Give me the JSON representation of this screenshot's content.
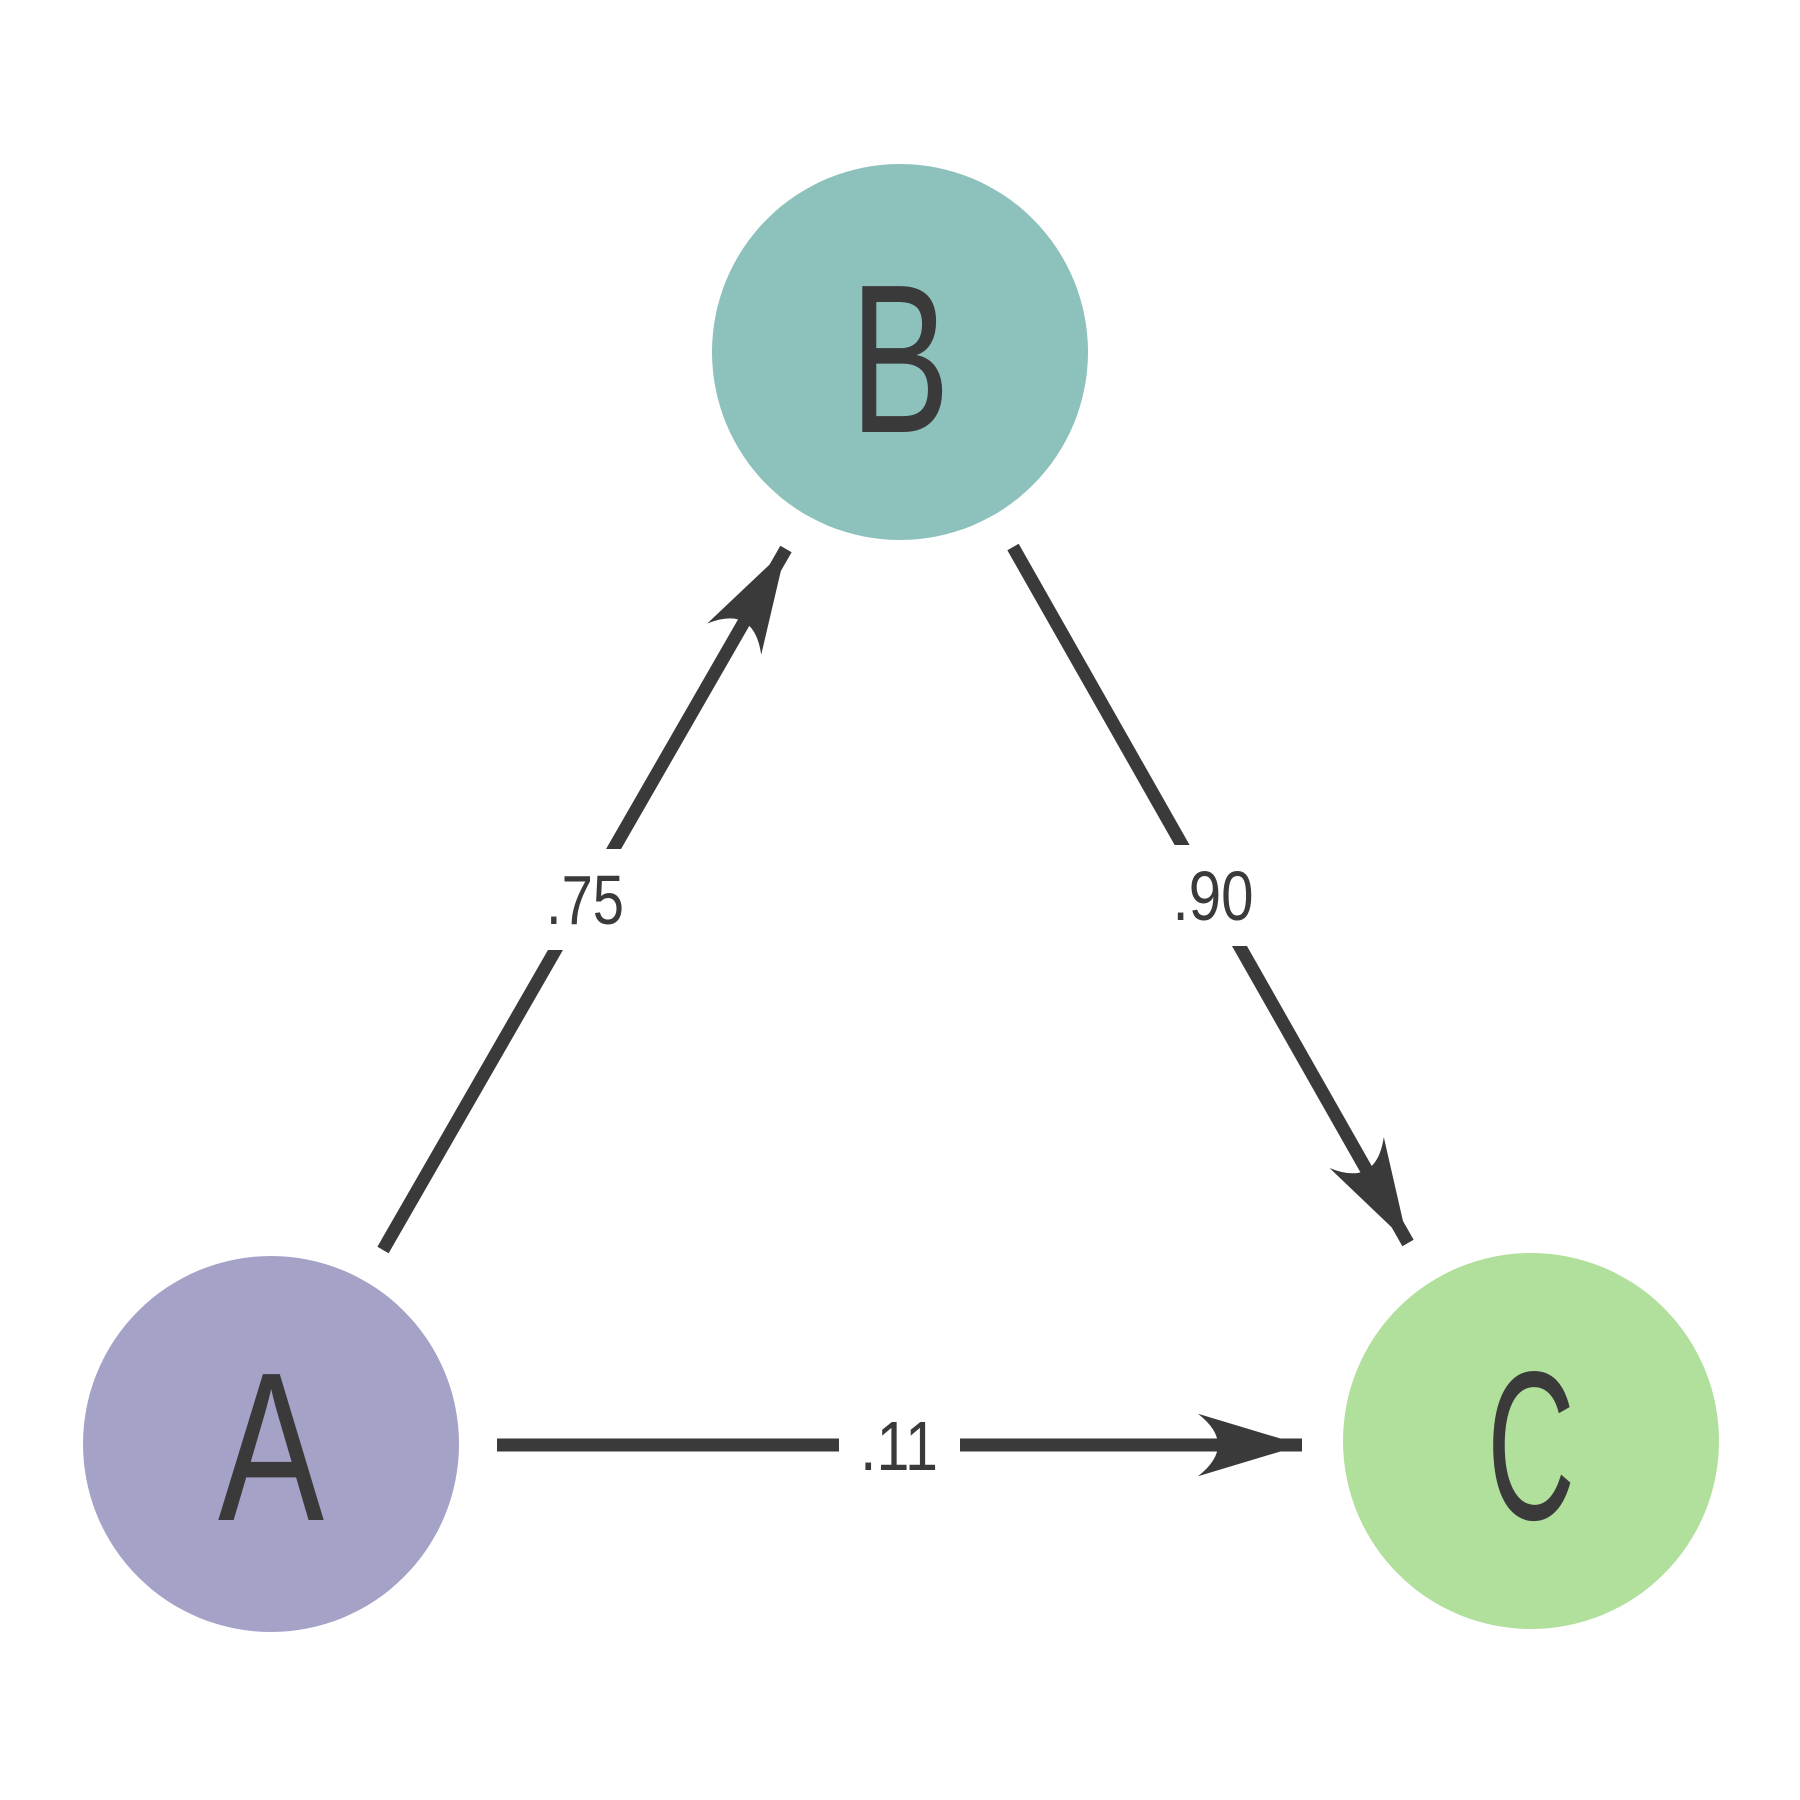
{
  "diagram": {
    "type": "directed-graph",
    "background_color": "#ffffff",
    "edge_color": "#3a3a3a",
    "label_color": "#3a3a3a",
    "nodes": [
      {
        "id": "A",
        "label": "A",
        "color": "#a5a2c8",
        "position": "bottom-left"
      },
      {
        "id": "B",
        "label": "B",
        "color": "#8cc1bc",
        "position": "top-center"
      },
      {
        "id": "C",
        "label": "C",
        "color": "#b1df9c",
        "position": "bottom-right"
      }
    ],
    "edges": [
      {
        "from": "A",
        "to": "B",
        "label": ".75"
      },
      {
        "from": "B",
        "to": "C",
        "label": ".90"
      },
      {
        "from": "A",
        "to": "C",
        "label": ".11"
      }
    ]
  }
}
